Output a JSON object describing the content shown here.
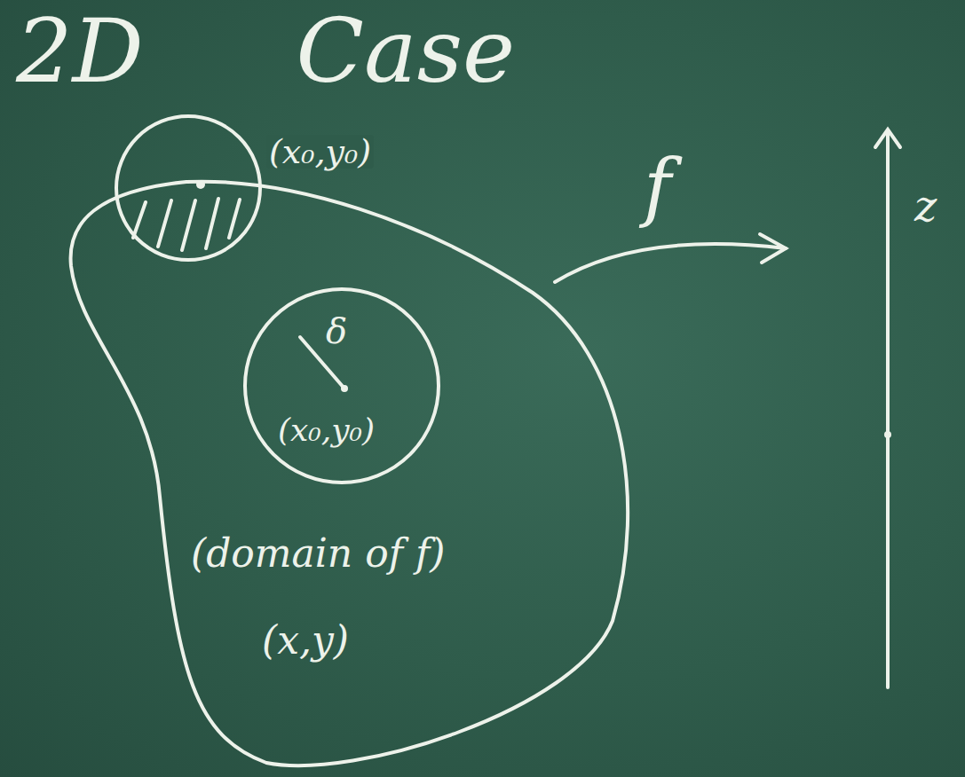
{
  "diagram": {
    "title": "2D Case",
    "nodes": [
      {
        "text": [
          "(x₀,y₀)"
        ]
      },
      {
        "text": [
          "(domain of f)",
          "(x,y)"
        ]
      },
      {
        "text": [
          "δ",
          "(x₀,y₀)"
        ],
        "in": 1
      }
    ],
    "labels": [
      "f",
      "z"
    ]
  }
}
